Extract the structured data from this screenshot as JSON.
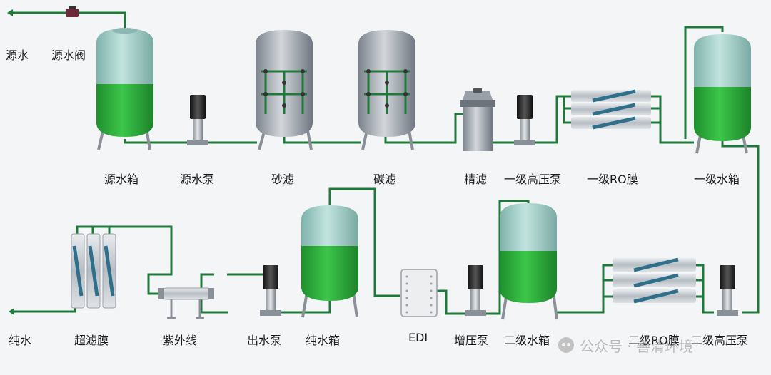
{
  "labels": {
    "raw_water": "源水",
    "raw_water_valve": "源水阀",
    "raw_water_tank": "源水箱",
    "raw_water_pump": "源水泵",
    "sand_filter": "砂滤",
    "carbon_filter": "碳滤",
    "fine_filter": "精滤",
    "primary_hp_pump": "一级高压泵",
    "primary_ro": "一级RO膜",
    "primary_tank": "一级水箱",
    "pure_water": "纯水",
    "uf_membrane": "超滤膜",
    "uv": "紫外线",
    "outlet_pump": "出水泵",
    "pure_tank": "纯水箱",
    "edi": "EDI",
    "booster_pump": "增压泵",
    "secondary_tank": "二级水箱",
    "secondary_ro": "二级RO膜",
    "secondary_hp_pump": "二级高压泵"
  },
  "watermark": {
    "text": "公众号 · 善清环境",
    "icon": "wechat-icon"
  },
  "colors": {
    "pipe": "#1f7a3a",
    "water": "#2cae3a",
    "tank_top": "#9ccfc8",
    "steel": "#9aa0a8",
    "background": "#f4f5f7"
  }
}
